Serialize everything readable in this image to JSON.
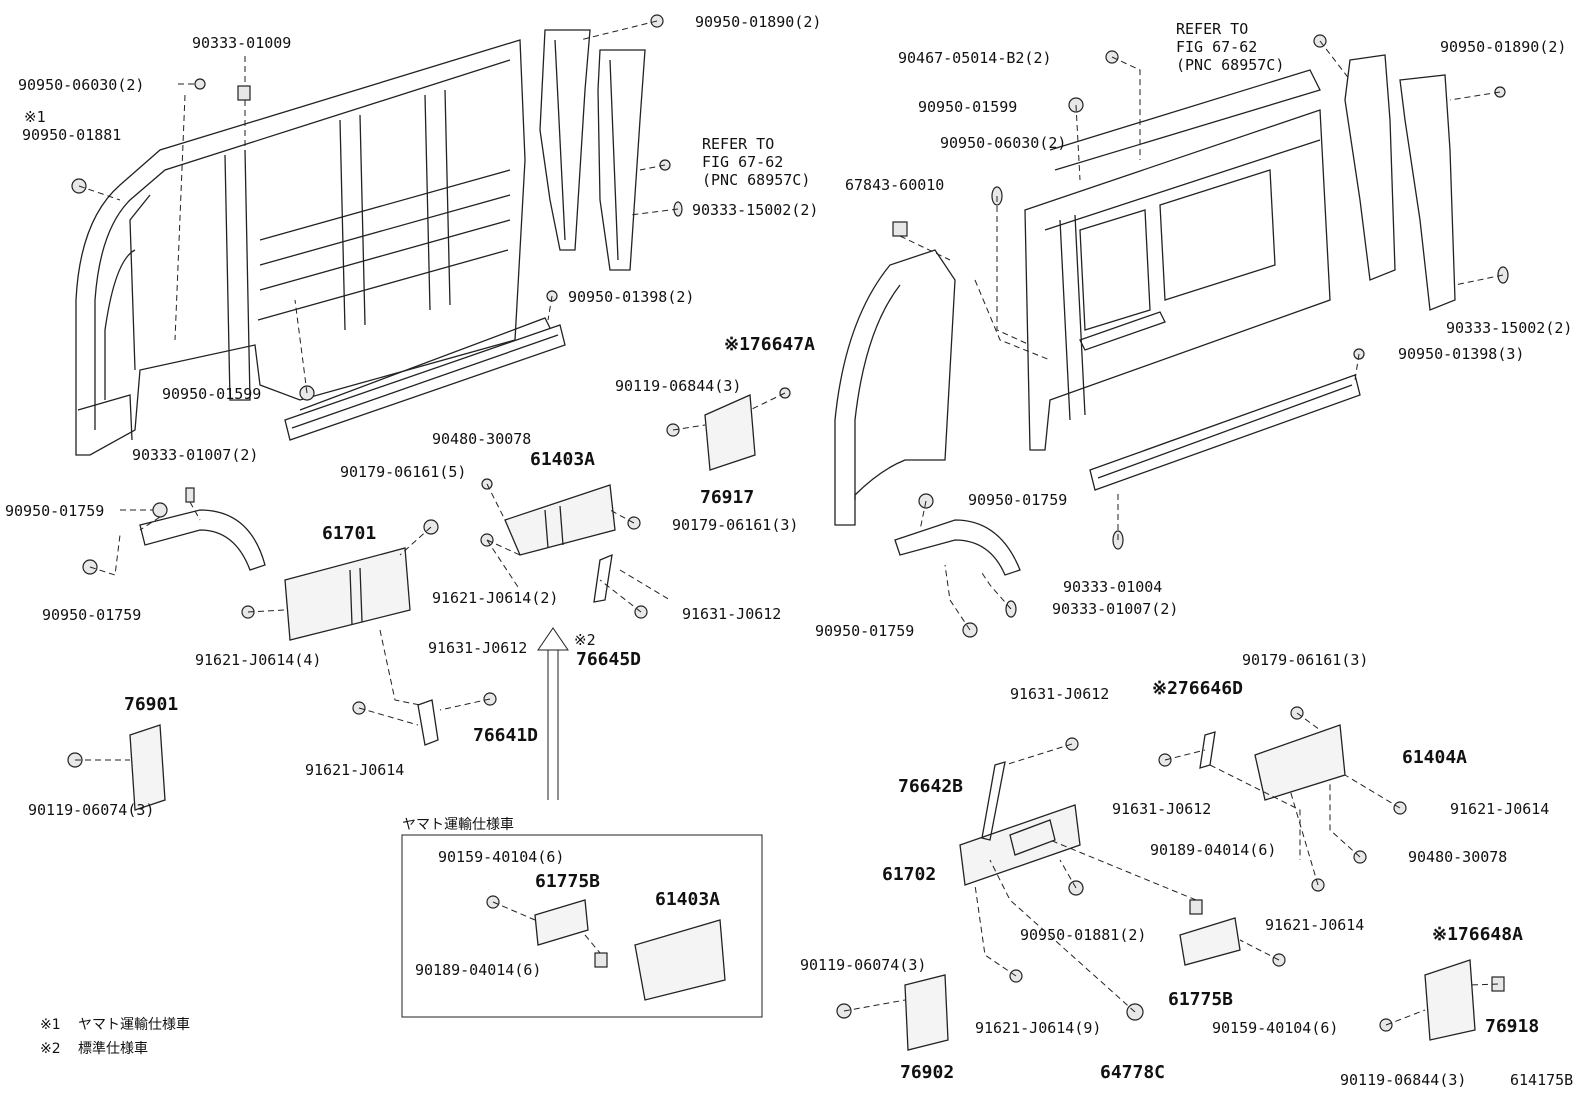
{
  "figure_id": "614175B",
  "footnotes": [
    {
      "mark": "※1",
      "text": "ヤマト運輸仕様車"
    },
    {
      "mark": "※2",
      "text": "標準仕様車"
    }
  ],
  "inset_title": "ヤマト運輸仕様車",
  "refer_left": [
    "REFER TO",
    "FIG 67-62",
    "(PNC 68957C)"
  ],
  "refer_right": [
    "REFER TO",
    "FIG 67-62",
    "(PNC 68957C)"
  ],
  "labels": {
    "l1": "90950-01890(2)",
    "l2": "90333-01009",
    "l3": "90950-06030(2)",
    "l4": "※1",
    "l5": "90950-01881",
    "l6": "90333-15002(2)",
    "l7": "90950-01398(2)",
    "l8": "90950-01599",
    "l9": "※176647A",
    "l10": "90119-06844(3)",
    "l11": "76917",
    "l12": "90333-01007(2)",
    "l13": "90179-06161(5)",
    "l14": "90480-30078",
    "l15": "61403A",
    "l16": "90950-01759",
    "l17": "61701",
    "l18": "90179-06161(3)",
    "l19": "90950-01759",
    "l20": "91621-J0614(2)",
    "l21": "91631-J0612",
    "l22": "91621-J0614(4)",
    "l23": "91631-J0612",
    "l24": "※2",
    "l25": "76645D",
    "l26": "76901",
    "l27": "91621-J0614",
    "l28": "76641D",
    "l29": "90119-06074(3)",
    "l30": "90159-40104(6)",
    "l31": "61775B",
    "l32": "61403A",
    "l33": "90189-04014(6)",
    "r1": "90467-05014-B2(2)",
    "r2": "90950-01890(2)",
    "r3": "90950-01599",
    "r4": "90950-06030(2)",
    "r5": "67843-60010",
    "r6": "90333-15002(2)",
    "r7": "90950-01398(3)",
    "r8": "90950-01759",
    "r9": "90333-01004",
    "r10": "90333-01007(2)",
    "r11": "90950-01759",
    "r12": "90179-06161(3)",
    "r13": "91631-J0612",
    "r14": "※276646D",
    "r15": "61404A",
    "r16": "76642B",
    "r17": "91631-J0612",
    "r18": "91621-J0614",
    "r19": "90480-30078",
    "r20": "90189-04014(6)",
    "r21": "61702",
    "r22": "90950-01881(2)",
    "r23": "91621-J0614",
    "r24": "※176648A",
    "r25": "90119-06074(3)",
    "r26": "61775B",
    "r27": "91621-J0614(9)",
    "r28": "90159-40104(6)",
    "r29": "76918",
    "r30": "76902",
    "r31": "64778C",
    "r32": "90119-06844(3)"
  }
}
